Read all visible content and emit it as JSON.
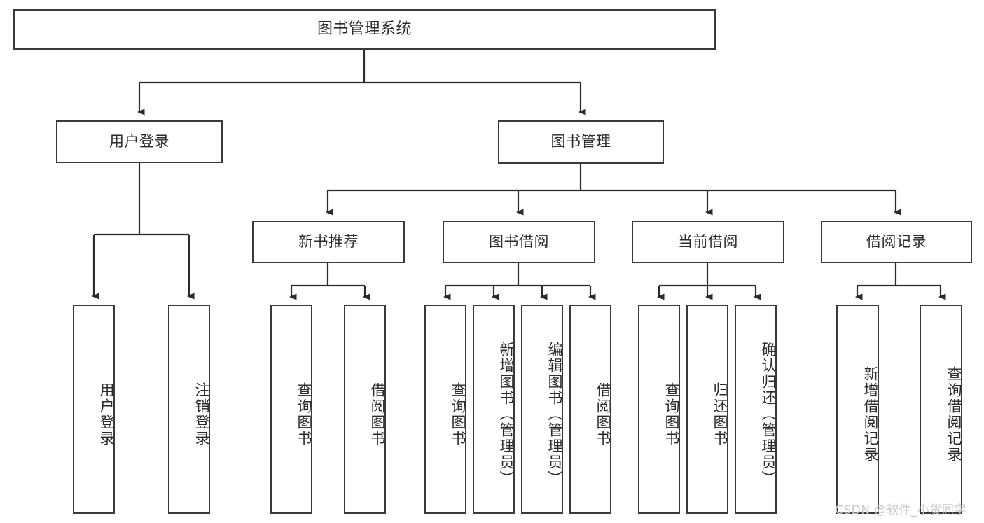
{
  "diagram": {
    "title": "图书管理系统",
    "type": "tree-hierarchy-diagram",
    "theme": {
      "stroke": "#3a3a3a",
      "text": "#2b2b2b",
      "background": "#ffffff",
      "watermark_color": "#c9c9c9"
    },
    "levels": {
      "root": "图书管理系统",
      "level2": [
        "用户登录",
        "图书管理"
      ],
      "level3": [
        "新书推荐",
        "图书借阅",
        "当前借阅",
        "借阅记录"
      ]
    },
    "nodes": {
      "root": {
        "label": "图书管理系统"
      },
      "user_login": {
        "label": "用户登录"
      },
      "book_manage": {
        "label": "图书管理"
      },
      "new_book_rec": {
        "label": "新书推荐"
      },
      "book_borrow": {
        "label": "图书借阅"
      },
      "current_borrow": {
        "label": "当前借阅"
      },
      "borrow_record": {
        "label": "借阅记录"
      }
    },
    "leaves": {
      "user_login": [
        {
          "label": "用户登录"
        },
        {
          "label": "注销登录"
        }
      ],
      "new_book_rec": [
        {
          "label": "查询图书"
        },
        {
          "label": "借阅图书"
        }
      ],
      "book_borrow": [
        {
          "label": "查询图书"
        },
        {
          "label": "新增图书（管理员）"
        },
        {
          "label": "编辑图书（管理员）"
        },
        {
          "label": "借阅图书"
        }
      ],
      "current_borrow": [
        {
          "label": "查询图书"
        },
        {
          "label": "归还图书"
        },
        {
          "label": "确认归还（管理员）"
        }
      ],
      "borrow_record": [
        {
          "label": "新增借阅记录"
        },
        {
          "label": "查询借阅记录"
        }
      ]
    },
    "watermark": "CSDN @软件_小贺同学"
  }
}
